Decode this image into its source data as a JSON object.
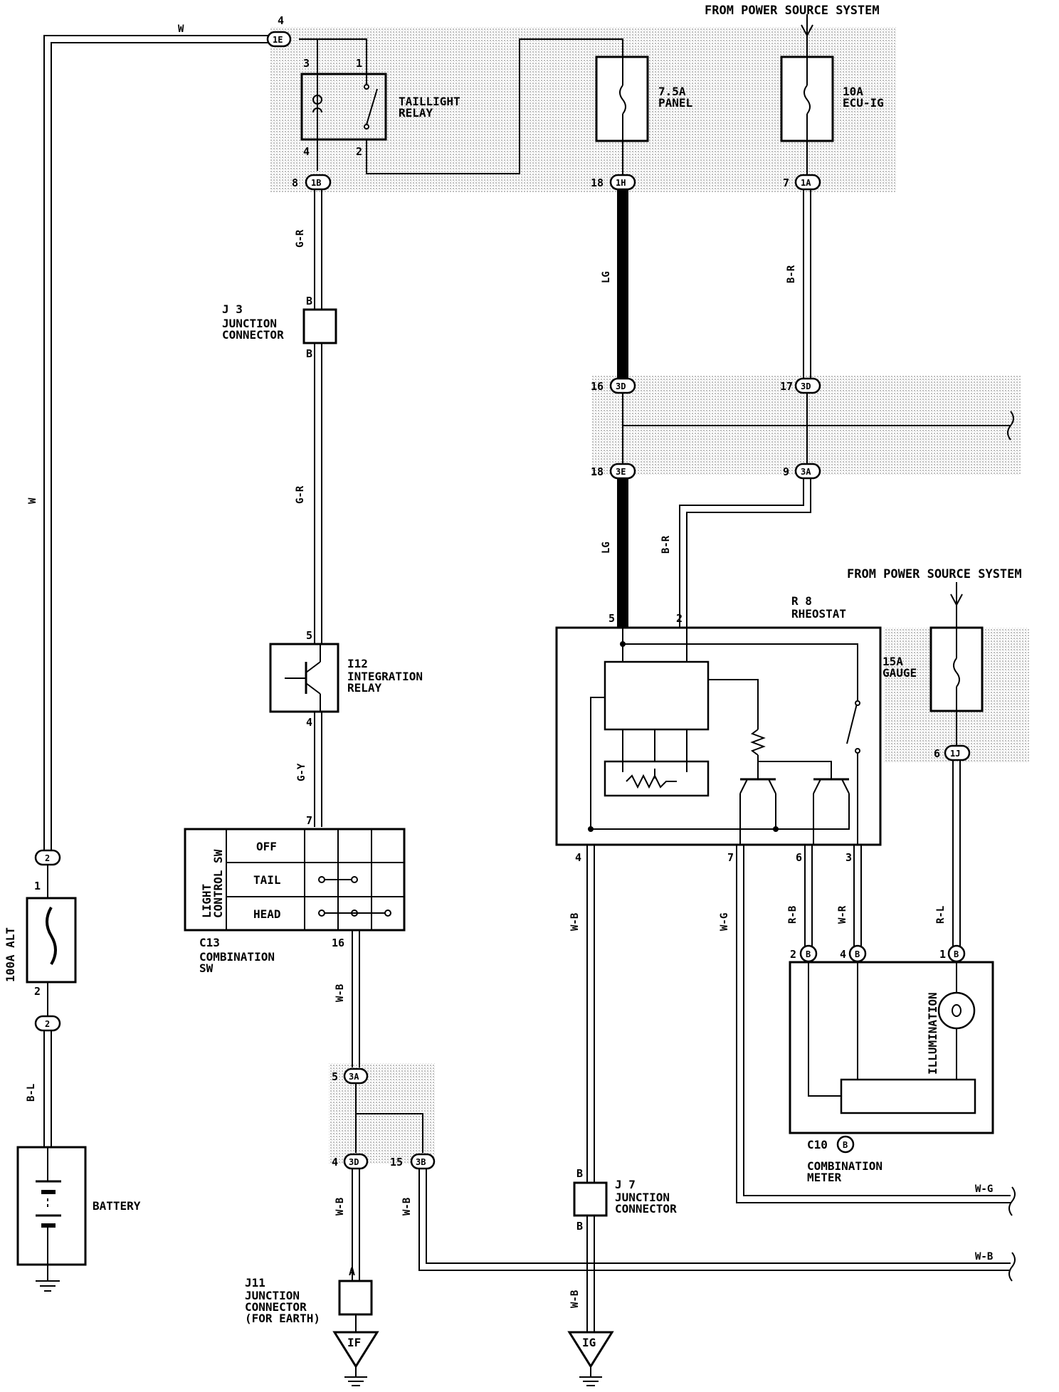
{
  "header": {
    "power_source_top": "FROM POWER SOURCE SYSTEM",
    "power_source_right": "FROM POWER SOURCE SYSTEM"
  },
  "fuses": {
    "panel": {
      "amp": "7.5A",
      "name": "PANEL"
    },
    "ecu_ig": {
      "amp": "10A",
      "name": "ECU-IG"
    },
    "gauge": {
      "amp": "15A",
      "name": "GAUGE"
    },
    "alt": {
      "name": "100A ALT"
    }
  },
  "relays": {
    "taillight": {
      "line1": "TAILLIGHT",
      "line2": "RELAY"
    },
    "integration": {
      "code": "I12",
      "line1": "INTEGRATION",
      "line2": "RELAY"
    }
  },
  "junctions": {
    "j3": {
      "code": "J 3",
      "line1": "JUNCTION",
      "line2": "CONNECTOR",
      "pin_in": "B",
      "pin_out": "B"
    },
    "j7": {
      "code": "J 7",
      "line1": "JUNCTION",
      "line2": "CONNECTOR",
      "pin_in": "B",
      "pin_out": "B"
    },
    "j11": {
      "code": "J11",
      "line1": "JUNCTION",
      "line2": "CONNECTOR",
      "line3": "(FOR EARTH)",
      "pin": "A"
    }
  },
  "rheostat": {
    "code": "R 8",
    "name": "RHEOSTAT"
  },
  "combination_sw": {
    "code": "C13",
    "line1": "COMBINATION",
    "line2": "SW",
    "title_line1": "LIGHT",
    "title_line2": "CONTROL SW",
    "positions": [
      "OFF",
      "TAIL",
      "HEAD"
    ]
  },
  "combination_meter": {
    "code": "C10",
    "badge": "B",
    "line1": "COMBINATION",
    "line2": "METER",
    "lamp": "ILLUMINATION"
  },
  "battery": {
    "label": "BATTERY"
  },
  "grounds": {
    "if": "IF",
    "ig": "IG"
  },
  "connectors": {
    "1E": "1E",
    "1B": "1B",
    "1H": "1H",
    "1A": "1A",
    "3D": "3D",
    "3E": "3E",
    "3A": "3A",
    "3B": "3B",
    "1J": "1J",
    "B": "B",
    "2": "2"
  },
  "wire_colors": {
    "w": "W",
    "g_r": "G-R",
    "lg": "LG",
    "b_r": "B-R",
    "g_y": "G-Y",
    "w_b": "W-B",
    "w_g": "W-G",
    "r_b": "R-B",
    "w_r": "W-R",
    "r_l": "R-L",
    "b_l": "B-L"
  },
  "pins": {
    "p1": "1",
    "p2": "2",
    "p3": "3",
    "p4": "4",
    "p5": "5",
    "p6": "6",
    "p7": "7",
    "p8": "8",
    "p9": "9",
    "p15": "15",
    "p16": "16",
    "p17": "17",
    "p18": "18"
  },
  "colors": {
    "ink": "#000000",
    "shade": "#d8d8d8",
    "paper": "#ffffff"
  }
}
